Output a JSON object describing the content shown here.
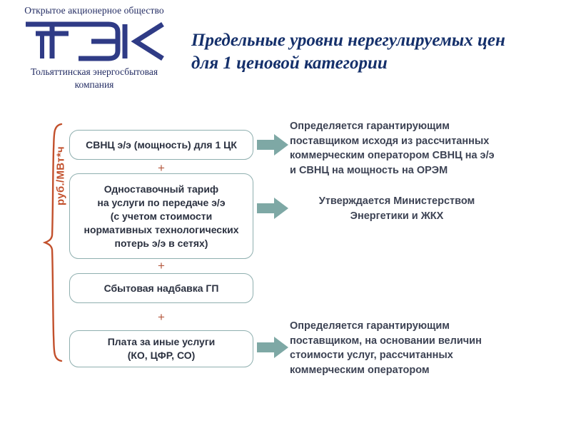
{
  "logo": {
    "top_text": "Открытое акционерное общество",
    "mark_letters": "ТЭК",
    "bottom_line_1": "Тольяттинская энергосбытовая",
    "bottom_line_2": "компания",
    "brand_color": "#232c63"
  },
  "title": {
    "line_1": "Предельные уровни нерегулируемых цен",
    "line_2": "для 1 ценовой категории",
    "color": "#15306b"
  },
  "unit_label": {
    "text": "руб./МВт*ч",
    "color": "#c2502c"
  },
  "plus_sign": "+",
  "plus_color": "#b5593f",
  "brace_color": "#c2502c",
  "box_border_color": "#8fafaf",
  "arrow_color": "#7ea8a5",
  "components": [
    {
      "id": "box-1",
      "name": "svnc-power-box",
      "lines": [
        "СВНЦ э/э (мощность) для 1 ЦК"
      ]
    },
    {
      "id": "box-2",
      "name": "transmission-tariff-box",
      "lines": [
        "Одноставочный тариф",
        "на услуги по передаче э/э",
        "(с учетом стоимости",
        "нормативных технологических",
        "потерь э/э в сетях)"
      ]
    },
    {
      "id": "box-3",
      "name": "sales-markup-box",
      "lines": [
        "Сбытовая надбавка ГП"
      ]
    },
    {
      "id": "box-4",
      "name": "other-services-fee-box",
      "lines": [
        "Плата за иные услуги",
        "(КО, ЦФР, СО)"
      ]
    }
  ],
  "explanations": [
    {
      "id": "rtext-1",
      "name": "explanation-svnc",
      "lines": [
        "Определяется гарантирующим",
        "поставщиком исходя из рассчитанных",
        "коммерческим  оператором СВНЦ на э/э",
        "и СВНЦ на мощность на ОРЭМ"
      ]
    },
    {
      "id": "rtext-2",
      "name": "explanation-ministry",
      "lines": [
        "Утверждается Министерством",
        "Энергетики и ЖКХ"
      ]
    },
    {
      "id": "rtext-3",
      "name": "explanation-other-services",
      "lines": [
        "Определяется гарантирующим",
        "поставщиком, на основании величин",
        "стоимости услуг, рассчитанных",
        "коммерческим оператором"
      ]
    }
  ]
}
